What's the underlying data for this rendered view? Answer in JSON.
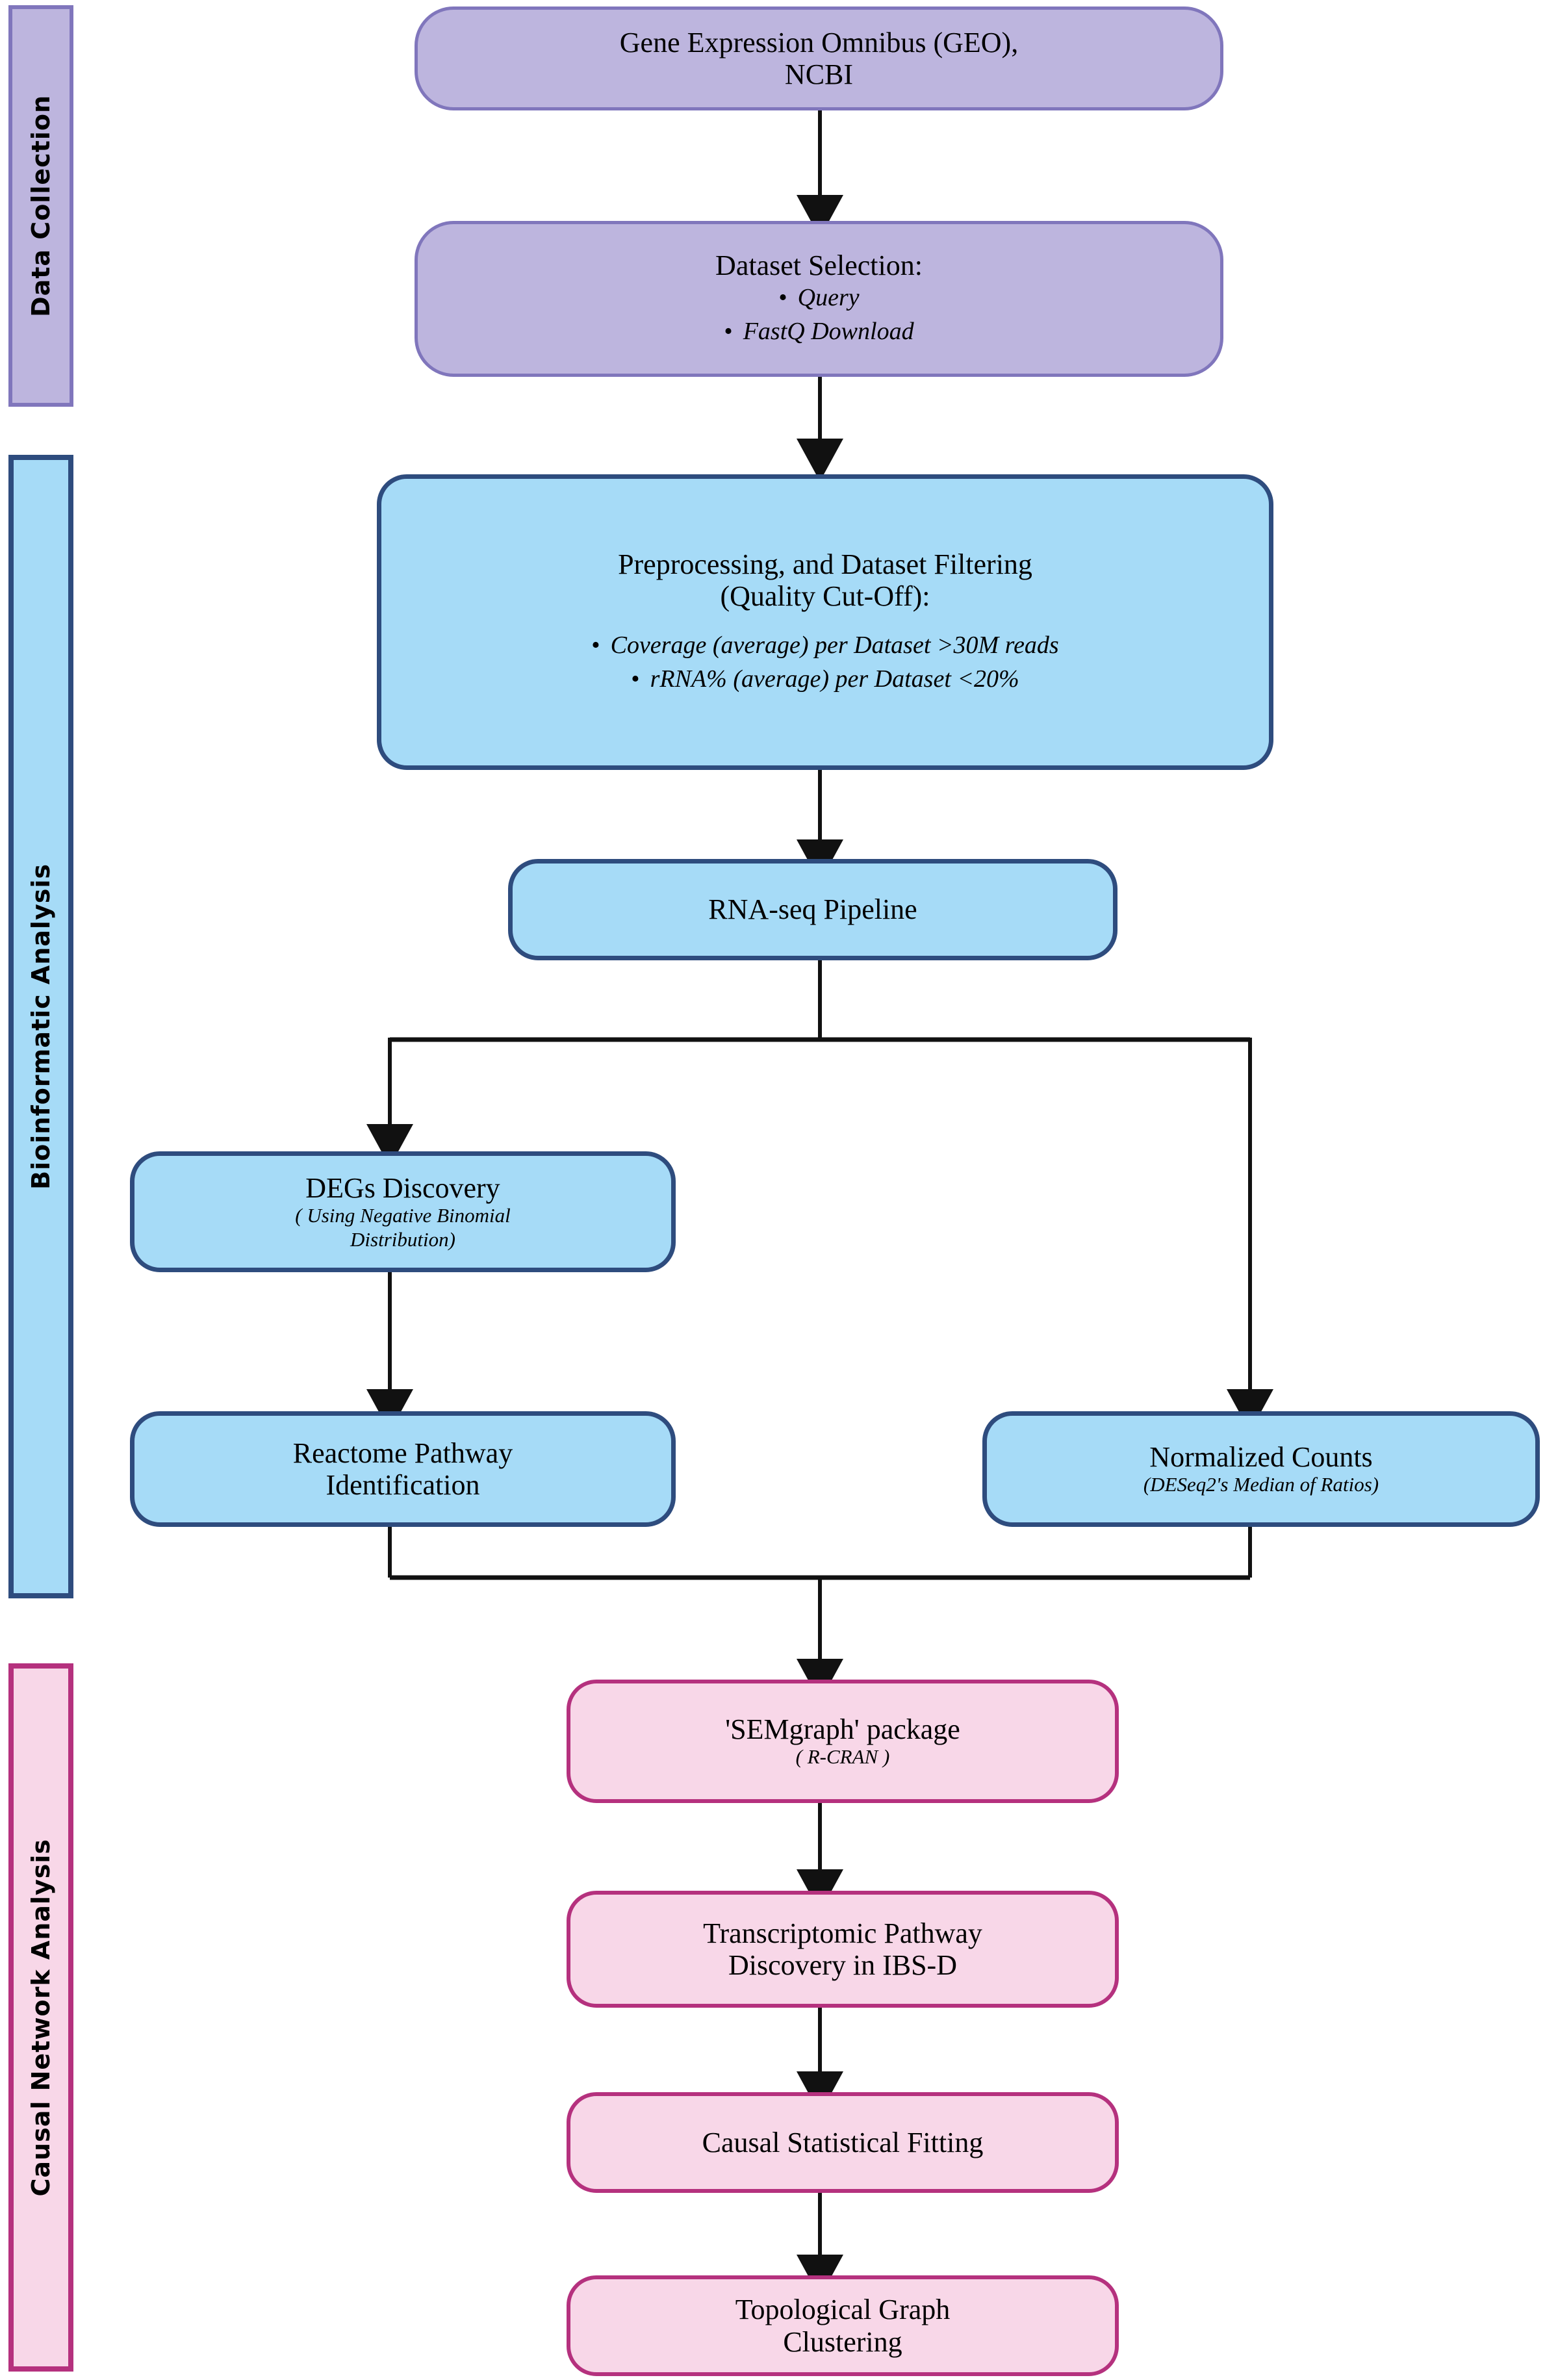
{
  "diagram": {
    "type": "flowchart",
    "orientation": "top-to-bottom",
    "stages": [
      {
        "id": "data-collection",
        "label": "Data Collection",
        "fill": "#BDB5DE",
        "border": "#8076BC"
      },
      {
        "id": "bioinformatic",
        "label": "Bioinformatic Analysis",
        "fill": "#A6DBF7",
        "border": "#2E4C7E"
      },
      {
        "id": "causal-network",
        "label": "Causal Network Analysis",
        "fill": "#F8D7E8",
        "border": "#B5317E"
      }
    ],
    "nodes": [
      {
        "id": "geo",
        "stage": "data-collection",
        "title": "Gene Expression Omnibus (GEO),\nNCBI"
      },
      {
        "id": "dataset-selection",
        "stage": "data-collection",
        "title": "Dataset Selection:",
        "bullets": [
          "Query",
          "FastQ Download"
        ]
      },
      {
        "id": "preprocessing",
        "stage": "bioinformatic",
        "title": "Preprocessing, and Dataset Filtering\n(Quality Cut-Off):",
        "bullets": [
          "Coverage (average) per Dataset >30M reads",
          "rRNA% (average) per Dataset <20%"
        ]
      },
      {
        "id": "rnaseq-pipeline",
        "stage": "bioinformatic",
        "title": "RNA-seq Pipeline"
      },
      {
        "id": "degs-discovery",
        "stage": "bioinformatic",
        "title": "DEGs Discovery",
        "subtitle": "( Using Negative Binomial\nDistribution)"
      },
      {
        "id": "reactome-pathway",
        "stage": "bioinformatic",
        "title": "Reactome Pathway\nIdentification"
      },
      {
        "id": "normalized-counts",
        "stage": "bioinformatic",
        "title": "Normalized Counts",
        "subtitle": "(DESeq2's Median of Ratios)"
      },
      {
        "id": "semgraph",
        "stage": "causal-network",
        "title": "'SEMgraph' package",
        "subtitle": "( R-CRAN )"
      },
      {
        "id": "transcriptomic-pathway",
        "stage": "causal-network",
        "title": "Transcriptomic Pathway\nDiscovery in IBS-D"
      },
      {
        "id": "causal-fitting",
        "stage": "causal-network",
        "title": "Causal Statistical Fitting"
      },
      {
        "id": "topological-clustering",
        "stage": "causal-network",
        "title": "Topological Graph\nClustering"
      }
    ],
    "edges": [
      {
        "from": "geo",
        "to": "dataset-selection"
      },
      {
        "from": "dataset-selection",
        "to": "preprocessing"
      },
      {
        "from": "preprocessing",
        "to": "rnaseq-pipeline"
      },
      {
        "from": "rnaseq-pipeline",
        "to": "degs-discovery"
      },
      {
        "from": "rnaseq-pipeline",
        "to": "normalized-counts"
      },
      {
        "from": "degs-discovery",
        "to": "reactome-pathway"
      },
      {
        "from": "reactome-pathway",
        "to": "semgraph"
      },
      {
        "from": "normalized-counts",
        "to": "semgraph"
      },
      {
        "from": "semgraph",
        "to": "transcriptomic-pathway"
      },
      {
        "from": "transcriptomic-pathway",
        "to": "causal-fitting"
      },
      {
        "from": "causal-fitting",
        "to": "topological-clustering"
      }
    ]
  }
}
